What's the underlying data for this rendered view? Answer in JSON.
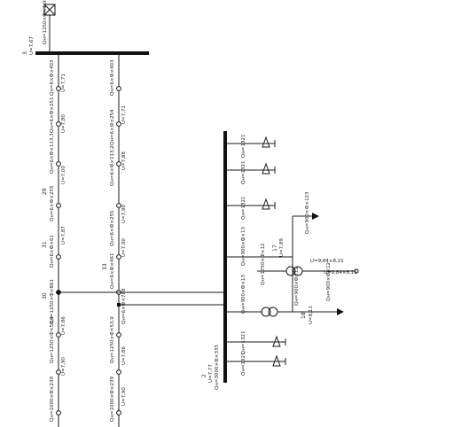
{
  "top_bus": {
    "id": "3",
    "value": "U=7,67"
  },
  "left_feeder": {
    "labels": [
      "Qн=6×Ф×403",
      "U=7,71",
      "Qн=6×Ф×251",
      "U=7,80",
      "Qн=6×Ф×113,3",
      "U=7,00",
      "Qн=6×Ф×255",
      "U=7,87",
      "Qн=6×Ф×61",
      "Qн=1250×Ф×861",
      "U=7,86",
      "Qн=1250×Ф×53,9",
      "U=7,90",
      "Qн=1000×Ф×239"
    ],
    "nodes": [
      "29",
      "31",
      "30"
    ]
  },
  "mid_feeder": {
    "labels": [
      "Qн=6×Ф×403",
      "U=7,71",
      "Qн=6×Ф×254",
      "U=7,88",
      "Qн=6×Ф×113,2",
      "U=7,90",
      "Qн=6×Ф×255",
      "U=7,90",
      "Qн=6×Ф×461",
      "Qн=6×Ф×768",
      "Qн=1250×Ф×53,9",
      "U=7,86",
      "Qн=1000×Ф×239",
      "U=7,90"
    ],
    "nodes": [
      "33"
    ]
  },
  "right_bus": {
    "id": "2",
    "value": "U=7,77",
    "label": "Qн=3000×Ф×335"
  },
  "right_branches": {
    "loads": [
      "Qн=1321",
      "Qн=1321",
      "Qн=1321",
      "Qн=1321",
      "Qн=1321"
    ],
    "branch_labels": [
      "Qн=900×Ф×13",
      "Qн=1750×Ф×12",
      "Qн=900×Ф×13",
      "Qн=900×Ф×123",
      "Qн=900×Ф×12",
      "Qн=900×Ф×12",
      "U=7,89",
      "U=8,11"
    ],
    "node_labels": [
      "17",
      "18"
    ],
    "transformer_readouts": [
      "U=9,84×8,21",
      "U=9,84×8,11"
    ]
  },
  "colors": {
    "line": "#1a1a1a",
    "background": "#ffffff"
  }
}
